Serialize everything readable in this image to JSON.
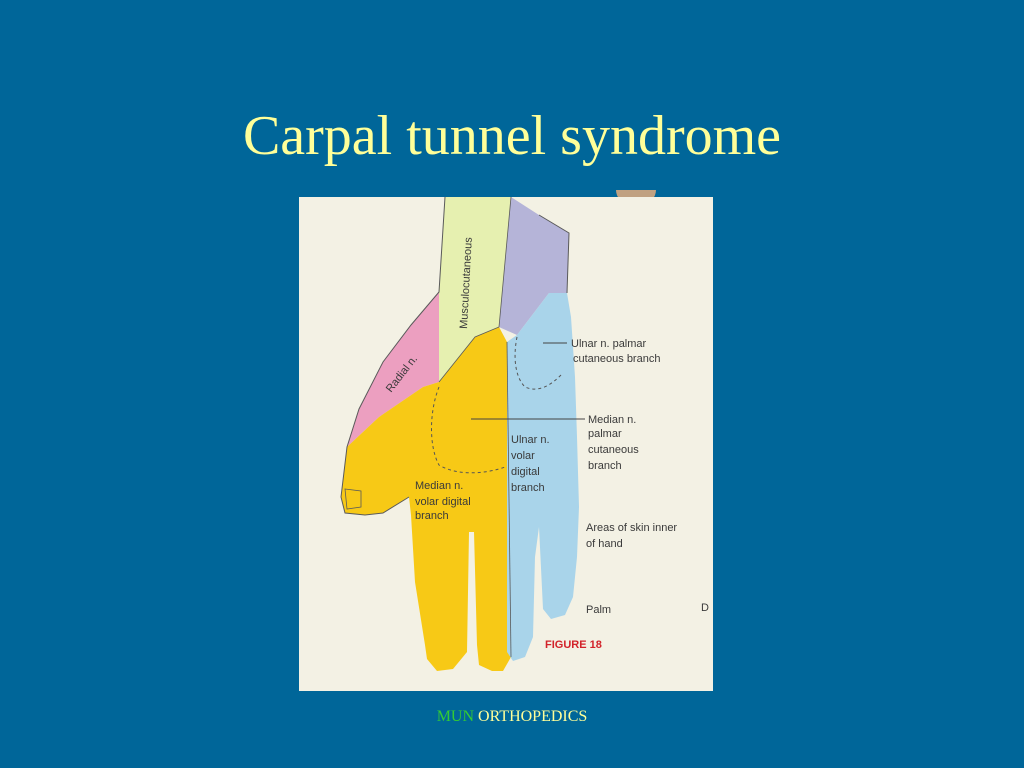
{
  "slide": {
    "title": "Carpal tunnel syndrome",
    "footer": {
      "org": "MUN",
      "dept": "ORTHOPEDICS"
    }
  },
  "figure": {
    "region_labels": {
      "musculocutaneous": "Musculocutaneous",
      "radial": "Radial n.",
      "ulnar_volar_1": "Ulnar n.",
      "ulnar_volar_2": "volar",
      "ulnar_volar_3": "digital",
      "ulnar_volar_4": "branch",
      "median_volar_1": "Median n.",
      "median_volar_2": "volar digital",
      "median_volar_3": "branch"
    },
    "callouts": {
      "ulnar_palmar_1": "Ulnar n. palmar",
      "ulnar_palmar_2": "cutaneous branch",
      "median_palmar_1": "Median n.",
      "median_palmar_2": "palmar",
      "median_palmar_3": "cutaneous",
      "median_palmar_4": "branch",
      "areas_1": "Areas of skin inner",
      "areas_2": "of hand",
      "palm": "Palm",
      "d": "D"
    },
    "figure_number": "FIGURE 18",
    "colors": {
      "musculocutaneous": "#e6f0b0",
      "radial": "#ec9fc0",
      "median": "#f7c916",
      "ulnar": "#a9d4ea",
      "ulnar_dorsal": "#b5b4d8"
    }
  }
}
